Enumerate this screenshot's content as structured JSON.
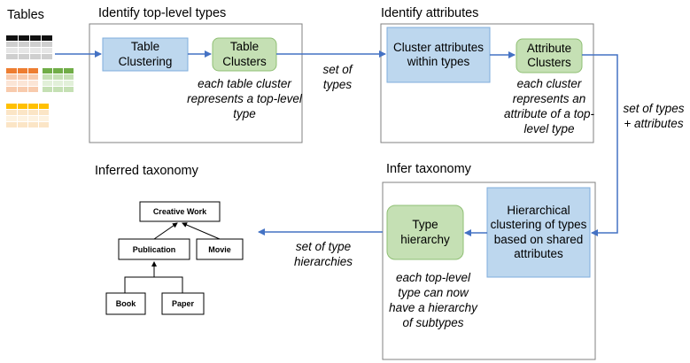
{
  "sections": {
    "tables": "Tables",
    "identify_types": "Identify top-level types",
    "identify_attributes": "Identify attributes",
    "infer_taxonomy": "Infer taxonomy",
    "inferred_taxonomy": "Inferred taxonomy"
  },
  "boxes": {
    "table_clustering": "Table Clustering",
    "table_clusters": "Table Clusters",
    "cluster_attributes": "Cluster attributes within types",
    "attribute_clusters": "Attribute Clusters",
    "hierarchical_clustering": "Hierarchical clustering of types based on shared attributes",
    "type_hierarchy": "Type hierarchy"
  },
  "captions": {
    "table_clusters": "each table cluster represents a top-level type",
    "attribute_clusters": "each cluster represents an attribute of a top-level type",
    "type_hierarchy": "each top-level type can now have a hierarchy of subtypes"
  },
  "edge_labels": {
    "set_of_types": "set of types",
    "set_of_types_attributes": "set of types + attributes",
    "set_of_type_hierarchies": "set of type hierarchies"
  },
  "taxonomy": {
    "root": "Creative Work",
    "publication": "Publication",
    "movie": "Movie",
    "book": "Book",
    "paper": "Paper"
  },
  "colors": {
    "blue_fill": "#bdd7ee",
    "blue_border": "#7faedc",
    "green_fill": "#c5e0b4",
    "green_border": "#8fbf74",
    "arrow": "#4472c4",
    "frame": "#808080"
  }
}
